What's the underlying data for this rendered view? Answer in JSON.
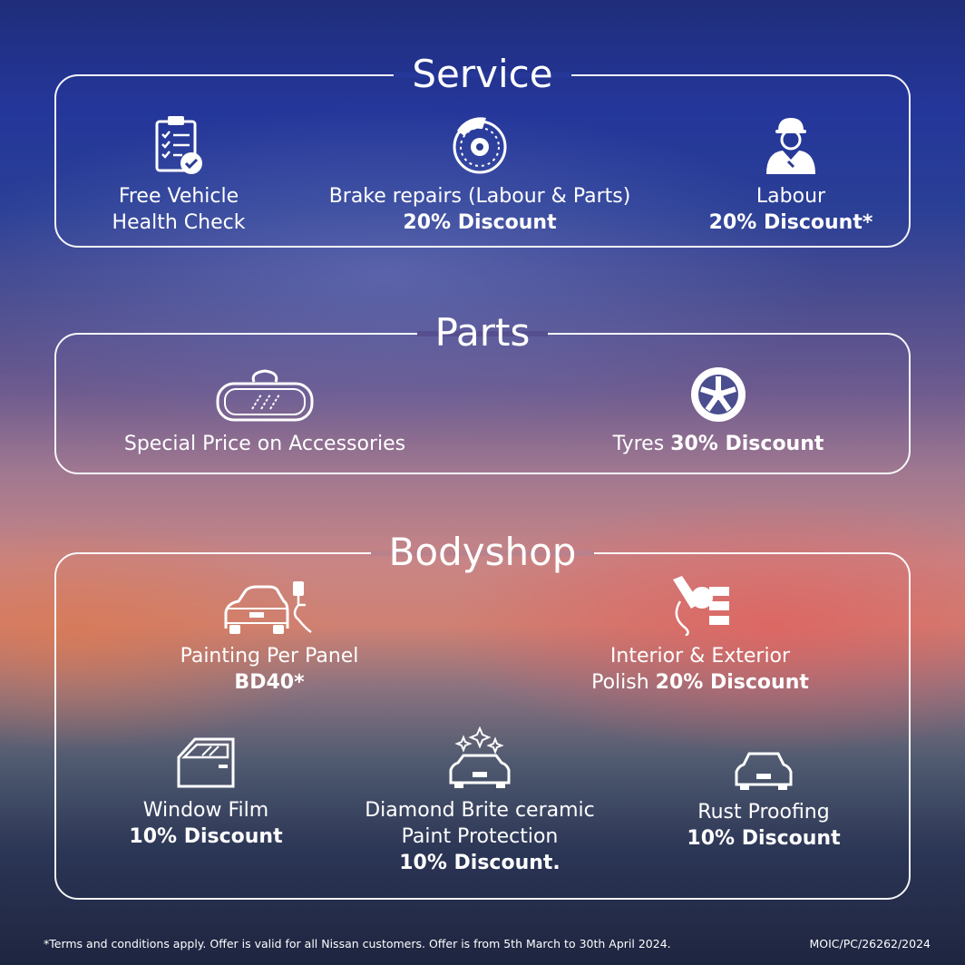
{
  "sections": {
    "service": {
      "title": "Service",
      "items": [
        {
          "line1": "Free Vehicle",
          "line2": "Health Check",
          "icon": "clipboard-check-icon"
        },
        {
          "line1": "Brake repairs (Labour & Parts)",
          "line2": "20% Discount",
          "icon": "brake-disc-icon"
        },
        {
          "line1": "Labour",
          "line2": "20% Discount*",
          "icon": "mechanic-icon"
        }
      ]
    },
    "parts": {
      "title": "Parts",
      "items": [
        {
          "line1": "Special Price on Accessories",
          "icon": "rearview-mirror-icon"
        },
        {
          "prefix": "Tyres ",
          "bold": "30% Discount",
          "icon": "wheel-icon"
        }
      ]
    },
    "bodyshop": {
      "title": "Bodyshop",
      "items": [
        {
          "line1": "Painting Per Panel",
          "line2": "BD40*",
          "icon": "spray-gun-car-icon"
        },
        {
          "line1": "Interior & Exterior",
          "prefix": "Polish ",
          "bold": "20% Discount",
          "icon": "polisher-icon"
        },
        {
          "line1": "Window Film",
          "line2": "10% Discount",
          "icon": "car-door-icon"
        },
        {
          "line1": "Diamond Brite ceramic",
          "line2": "Paint Protection",
          "line3": "10% Discount.",
          "icon": "sparkle-car-icon"
        },
        {
          "line1": "Rust Proofing",
          "line2": "10% Discount",
          "icon": "car-front-icon"
        }
      ]
    }
  },
  "footer": {
    "terms": "*Terms and conditions apply. Offer is valid for all Nissan customers. Offer is from 5th March to 30th April 2024.",
    "code": "MOIC/PC/26262/2024"
  }
}
